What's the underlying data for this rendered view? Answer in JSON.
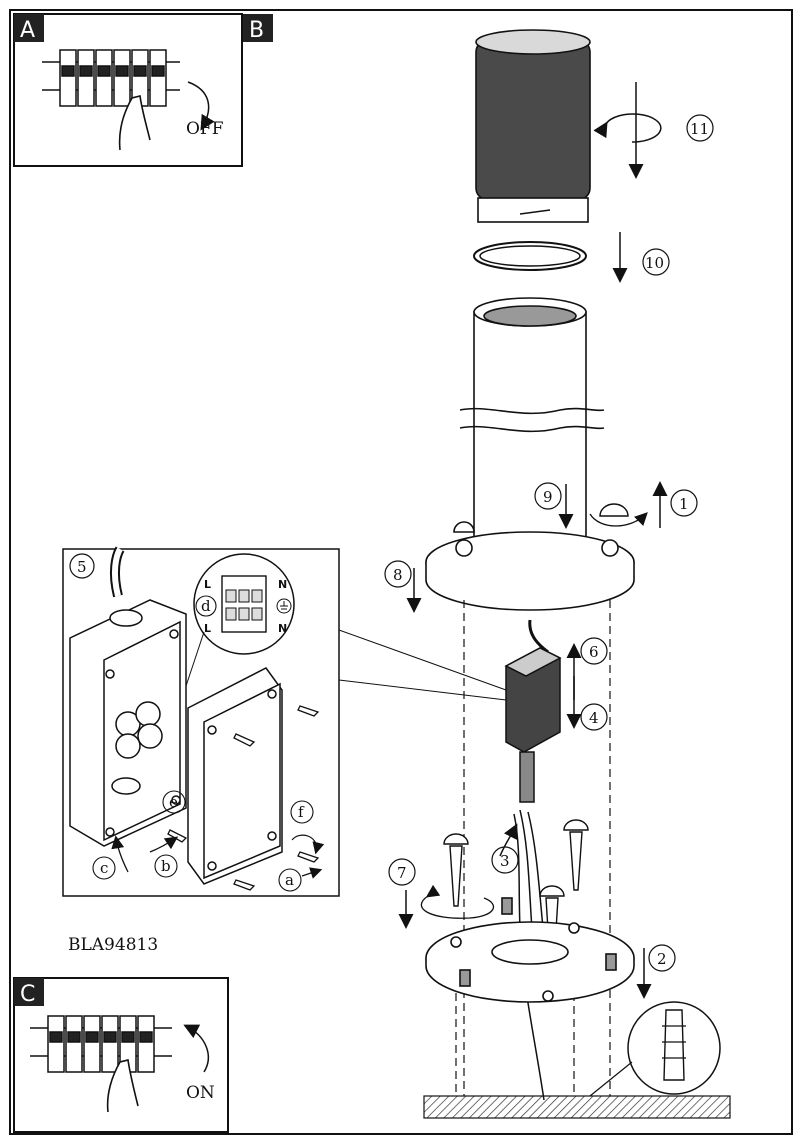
{
  "panels": {
    "a": {
      "tag": "A",
      "caption": "OFF"
    },
    "b": {
      "tag": "B"
    },
    "c": {
      "tag": "C",
      "caption": "ON"
    }
  },
  "model_code": "BLA94813",
  "steps": [
    "1",
    "2",
    "3",
    "4",
    "5",
    "6",
    "7",
    "8",
    "9",
    "10",
    "11"
  ],
  "sub_steps": [
    "a",
    "b",
    "c",
    "d",
    "e",
    "f"
  ],
  "terminal_labels": {
    "live": "L",
    "neutral": "N"
  }
}
